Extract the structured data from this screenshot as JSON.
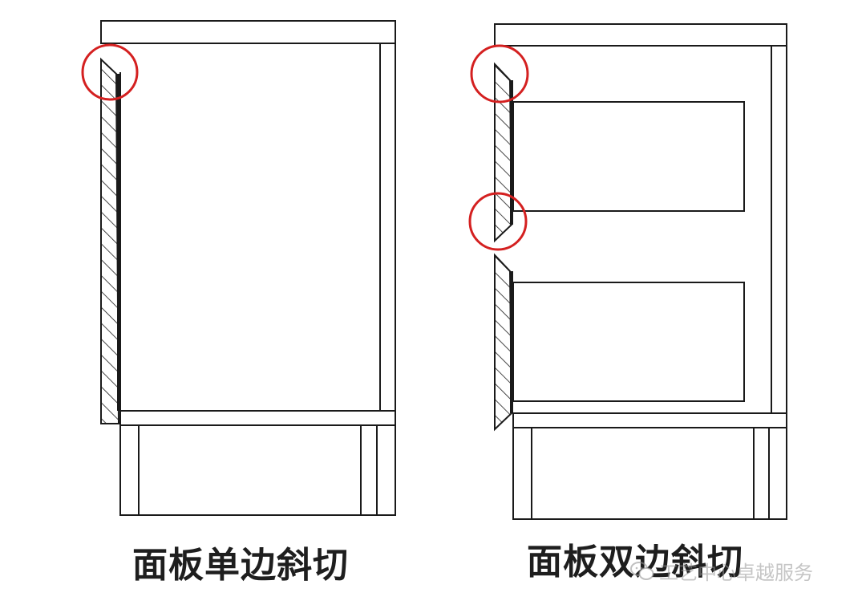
{
  "captions": {
    "left": "面板单边斜切",
    "right": "面板双边斜切"
  },
  "watermark": {
    "text": "工艺中心卓越服务",
    "icon": "wechat-icon"
  },
  "colors": {
    "line": "#1a1a1a",
    "highlight_circle": "#d42020",
    "background": "#ffffff"
  }
}
